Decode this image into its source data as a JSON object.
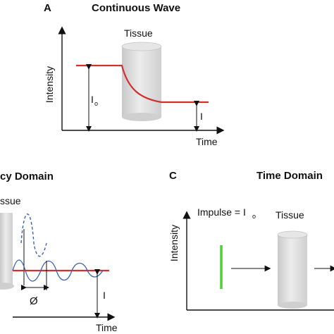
{
  "panels": {
    "a": {
      "letter": "A",
      "title": "Continuous Wave",
      "tissue": "Tissue",
      "y_axis": "Intensity",
      "x_axis": "Time",
      "i0": "I",
      "i0_sub": "o",
      "i": "I"
    },
    "b": {
      "title_fragment": "cy Domain",
      "tissue_fragment": "ssue",
      "phase": "Ø",
      "i": "I",
      "x_axis": "Time"
    },
    "c": {
      "letter": "C",
      "title": "Time Domain",
      "y_axis": "Intensity",
      "impulse": "Impulse = I",
      "impulse_sub": "o",
      "tissue": "Tissue"
    }
  },
  "colors": {
    "signal_red": "#d32f2f",
    "impulse_green": "#4cd137",
    "wave_blue": "#3a62b0",
    "axis": "#111111",
    "tissue_gray": "#d7d7d7"
  }
}
